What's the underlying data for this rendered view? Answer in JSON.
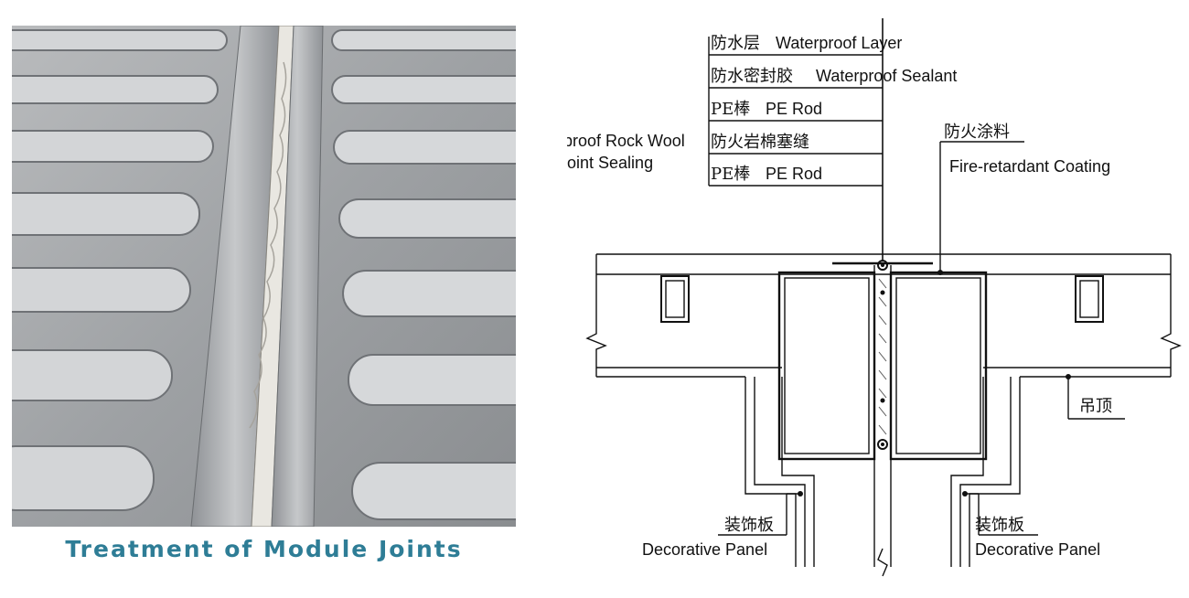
{
  "photo": {
    "caption": "Treatment of Module Joints",
    "caption_color": "#2e7d96"
  },
  "diagram": {
    "stack_labels": [
      {
        "cn": "防水层",
        "en": "Waterproof Layer"
      },
      {
        "cn": "防水密封胶",
        "en": "Waterproof Sealant"
      },
      {
        "cn": "PE棒",
        "en": "PE Rod"
      },
      {
        "cn": "防火岩棉塞缝",
        "en": ""
      },
      {
        "cn": "PE棒",
        "en": "PE Rod"
      }
    ],
    "rockwool_en_line1": "Fireproof Rock Wool",
    "rockwool_en_line2": "for Joint Sealing",
    "coating_cn": "防火涂料",
    "coating_en": "Fire-retardant Coating",
    "ceiling_cn": "吊顶",
    "panel_left_cn": "装饰板",
    "panel_left_en": "Decorative Panel",
    "panel_right_cn": "装饰板",
    "panel_right_en": "Decorative Panel"
  }
}
